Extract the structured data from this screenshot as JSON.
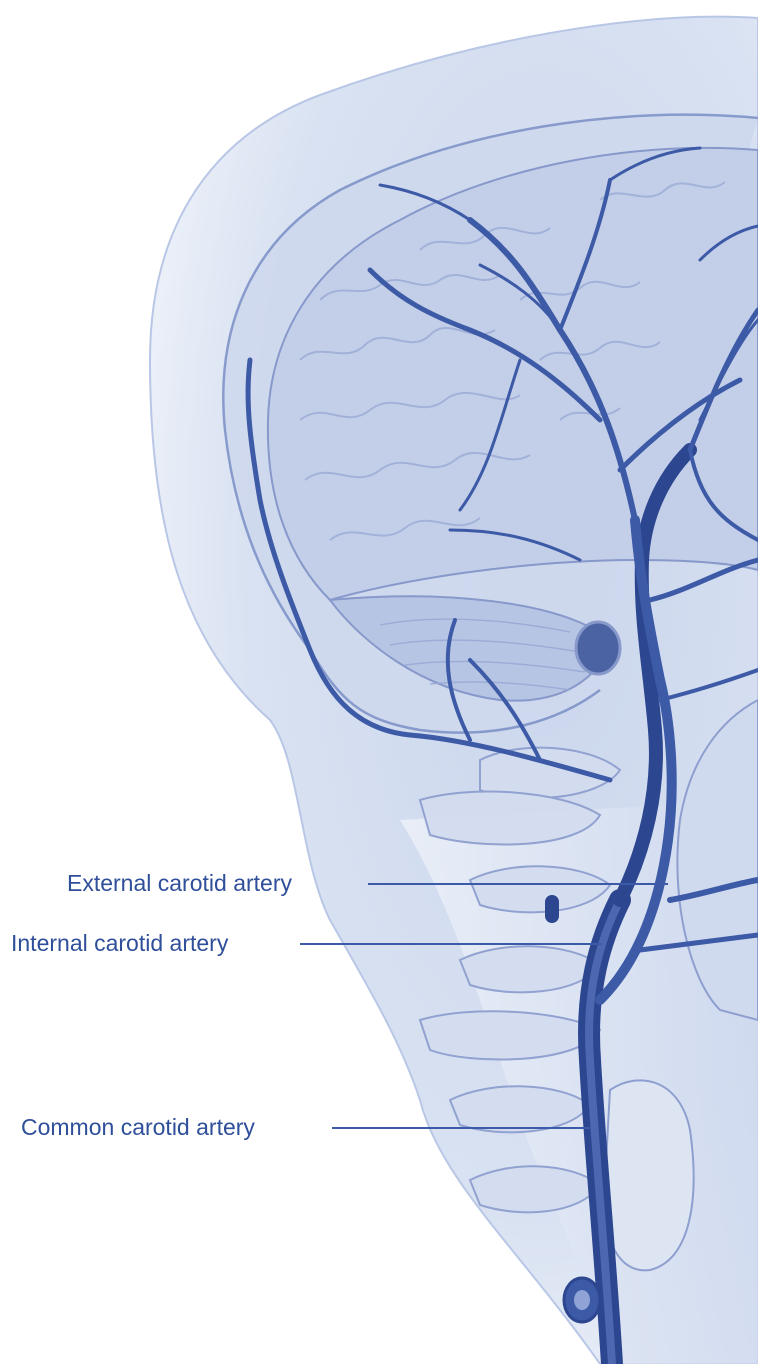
{
  "colors": {
    "artery": "#3d5aa6",
    "artery_dark": "#2c4690",
    "tissue": "#c6d2ea",
    "tissue_light": "#dfe6f4",
    "outline": "#8a9ccd",
    "label_text": "#2f4f9a",
    "leader_line": "#3b5aa8"
  },
  "labels": [
    {
      "text": "External carotid artery"
    },
    {
      "text": "Internal carotid artery"
    },
    {
      "text": "Common carotid artery"
    }
  ]
}
